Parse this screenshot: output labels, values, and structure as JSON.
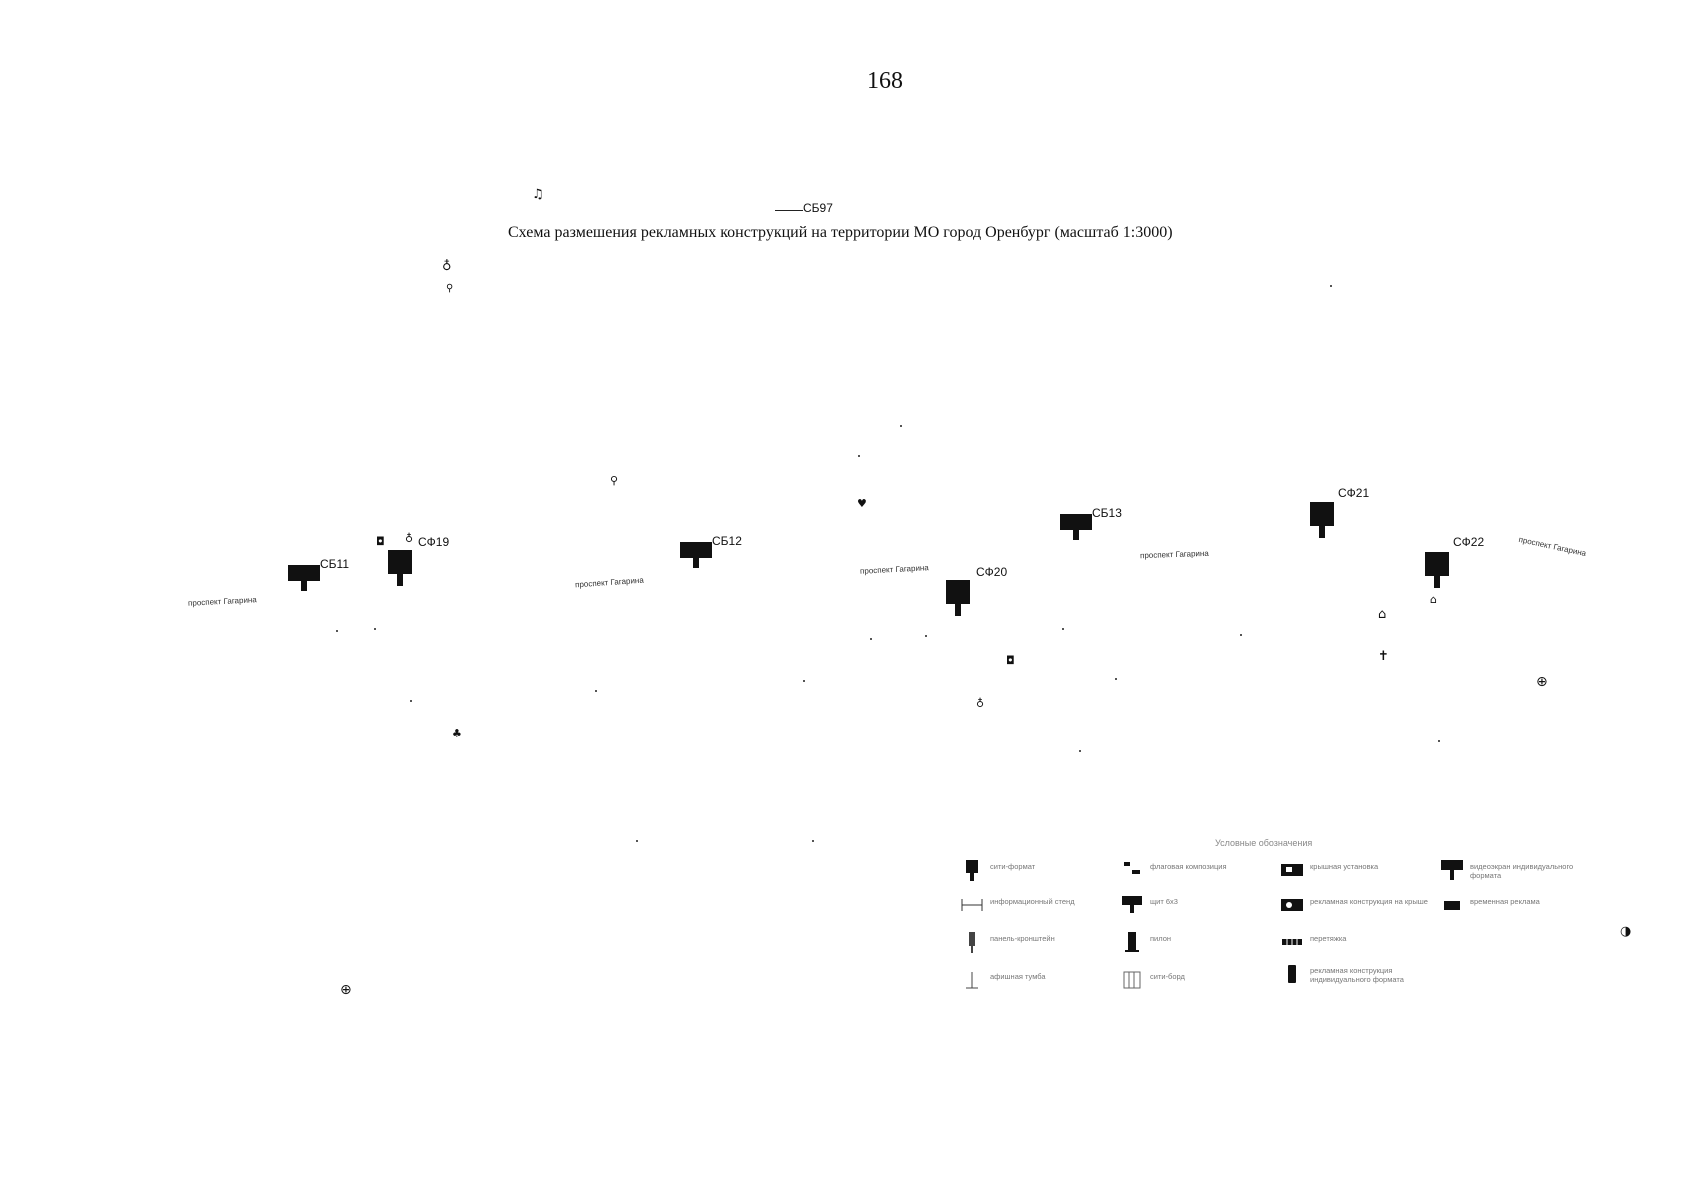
{
  "page_number": "168",
  "title": "Схема размешения рекламных конструкций на территории МО город Оренбург (масштаб 1:3000)",
  "signs": [
    {
      "code": "СБ97",
      "type": "line"
    },
    {
      "code": "СБ11",
      "type": "billboard"
    },
    {
      "code": "СФ19",
      "type": "square"
    },
    {
      "code": "СБ12",
      "type": "billboard"
    },
    {
      "code": "СФ20",
      "type": "square"
    },
    {
      "code": "СБ13",
      "type": "billboard"
    },
    {
      "code": "СФ21",
      "type": "square"
    },
    {
      "code": "СФ22",
      "type": "square"
    }
  ],
  "streets": [
    {
      "name": "проспект Гагарина"
    },
    {
      "name": "проспект Гагарина"
    },
    {
      "name": "проспект Гагарина"
    },
    {
      "name": "проспект Гагарина"
    },
    {
      "name": "проспект Гагарина"
    }
  ],
  "icons": [
    "music-note-icon",
    "bank-icon",
    "shield-icon",
    "map-pin-icon",
    "heart-icon",
    "hospital-cross-icon",
    "cross-icon",
    "shop-icon",
    "church-icon",
    "gas-station-icon"
  ],
  "legend": {
    "title": "Условные обозначения",
    "items": [
      {
        "icon": "billboard-legend-icon",
        "text": "сити-формат"
      },
      {
        "icon": "flag-legend-icon",
        "text": "флаговая композиция"
      },
      {
        "icon": "roof-legend-icon",
        "text": "крышная установка"
      },
      {
        "icon": "screen-legend-icon",
        "text": "видеоэкран индивидуального формата"
      },
      {
        "icon": "stand-legend-icon",
        "text": "информационный стенд"
      },
      {
        "icon": "shield-legend-icon",
        "text": "щит 6х3"
      },
      {
        "icon": "complex-legend-icon",
        "text": "рекламная конструкция на крыше"
      },
      {
        "icon": "temporary-legend-icon",
        "text": "временная реклама"
      },
      {
        "icon": "pole-legend-icon",
        "text": "панель-кронштейн"
      },
      {
        "icon": "pylon-legend-icon",
        "text": "пилон"
      },
      {
        "icon": "stretch-legend-icon",
        "text": "перетяжка"
      },
      {
        "icon": "sign-legend-icon",
        "text": "афишная тумба"
      },
      {
        "icon": "grid-legend-icon",
        "text": "сити-борд"
      },
      {
        "icon": "tall-legend-icon",
        "text": "рекламная конструкция индивидуального формата"
      }
    ]
  },
  "colors": {
    "ink": "#111111",
    "faint": "#9a9a9a"
  }
}
